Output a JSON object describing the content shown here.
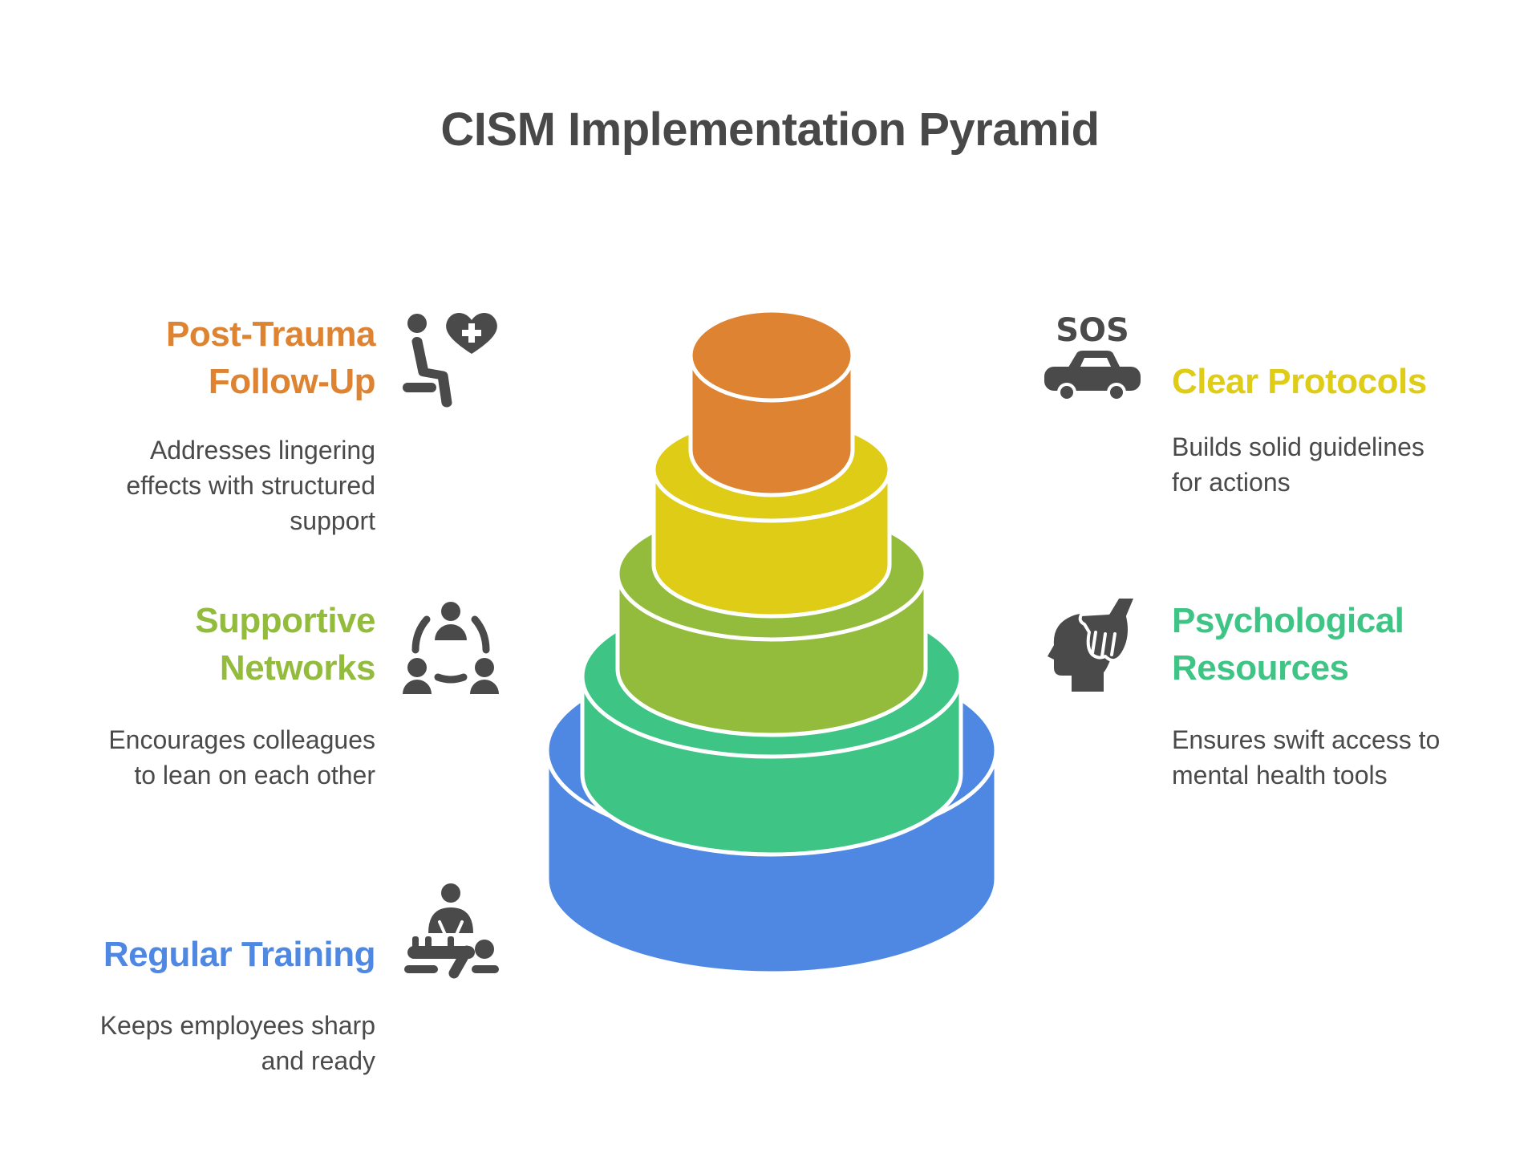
{
  "title": "CISM Implementation Pyramid",
  "tiers": [
    {
      "level": 1,
      "name": "Regular Training",
      "color": "#4e88e3",
      "description": "Keeps employees sharp and ready",
      "icon": "cpr-training-icon",
      "side": "left"
    },
    {
      "level": 2,
      "name": "Psychological Resources",
      "color": "#3ec585",
      "description": "Ensures swift access to mental health tools",
      "icon": "head-hand-support-icon",
      "side": "right"
    },
    {
      "level": 3,
      "name": "Supportive Networks",
      "color": "#93bc3c",
      "description": "Encourages colleagues to lean on each other",
      "icon": "people-network-icon",
      "side": "left"
    },
    {
      "level": 4,
      "name": "Clear Protocols",
      "color": "#decc16",
      "description": "Builds solid guidelines for actions",
      "icon": "sos-car-icon",
      "side": "right"
    },
    {
      "level": 5,
      "name": "Post-Trauma Follow-Up",
      "color": "#dd8332",
      "description": "Addresses lingering effects with structured support",
      "icon": "seated-person-heart-icon",
      "side": "left"
    }
  ],
  "labels": {
    "post_trauma": {
      "heading_lines": [
        "Post-Trauma",
        "Follow-Up"
      ],
      "desc_lines": [
        "Addresses lingering",
        "effects with structured",
        "support"
      ],
      "color": "#dd8332"
    },
    "supportive": {
      "heading_lines": [
        "Supportive",
        "Networks"
      ],
      "desc_lines": [
        "Encourages colleagues",
        "to lean on each other"
      ],
      "color": "#93bc3c"
    },
    "training": {
      "heading_lines": [
        "Regular Training"
      ],
      "desc_lines": [
        "Keeps employees sharp",
        "and ready"
      ],
      "color": "#4e88e3"
    },
    "protocols": {
      "heading_lines": [
        "Clear Protocols"
      ],
      "desc_lines": [
        "Builds solid guidelines",
        "for actions"
      ],
      "color": "#decc16"
    },
    "psych": {
      "heading_lines": [
        "Psychological",
        "Resources"
      ],
      "desc_lines": [
        "Ensures swift access to",
        "mental health tools"
      ],
      "color": "#3ec585"
    }
  },
  "icons": {
    "sos_text": "SOS"
  },
  "colors": {
    "text": "#484848",
    "icon": "#4a4a4a",
    "background": "#ffffff"
  }
}
